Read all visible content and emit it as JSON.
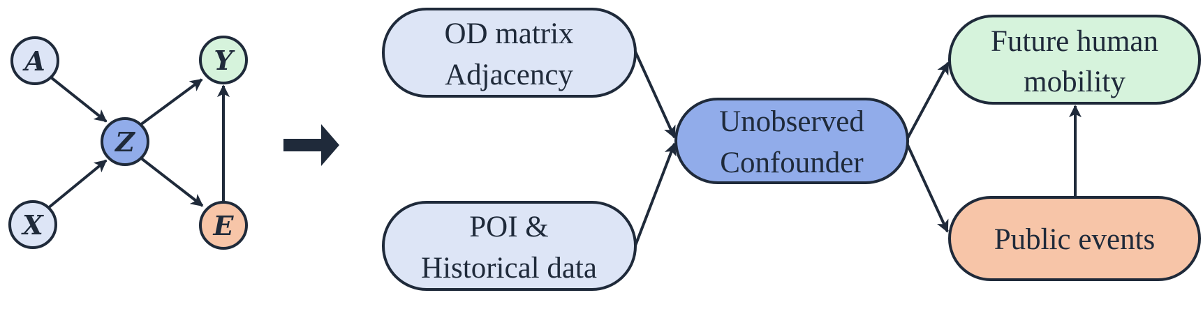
{
  "colors": {
    "stroke": "#1f2a3a",
    "input": "#dde5f6",
    "confounder": "#91acea",
    "outcome": "#d6f3dc",
    "event": "#f7c5a8"
  },
  "causal_graph": {
    "nodes": {
      "A": "A",
      "X": "X",
      "Z": "Z",
      "Y": "Y",
      "E": "E"
    }
  },
  "transform_arrow_icon": "right-arrow-icon",
  "flow": {
    "od_matrix": {
      "line1": "OD matrix",
      "line2": "Adjacency"
    },
    "poi": {
      "line1": "POI &",
      "line2": "Historical data"
    },
    "confounder": {
      "line1": "Unobserved",
      "line2": "Confounder"
    },
    "future_mobility": {
      "line1": "Future human",
      "line2": "mobility"
    },
    "public_events": {
      "line1": "Public events"
    }
  }
}
